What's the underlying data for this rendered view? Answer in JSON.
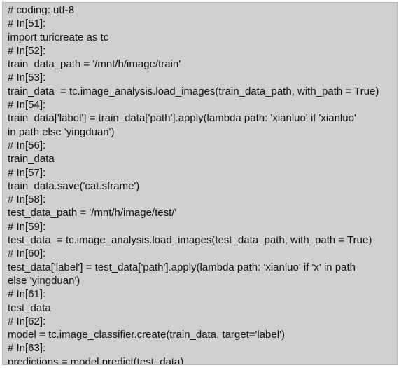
{
  "code": {
    "lines": [
      "# coding: utf-8",
      "# In[51]:",
      "import turicreate as tc",
      "# In[52]:",
      "train_data_path = '/mnt/h/image/train'",
      "# In[53]:",
      "train_data  = tc.image_analysis.load_images(train_data_path, with_path = True)",
      "# In[54]:",
      "train_data['label'] = train_data['path'].apply(lambda path: 'xianluo' if 'xianluo'",
      "in path else 'yingduan')",
      "# In[56]:",
      "train_data",
      "# In[57]:",
      "train_data.save('cat.sframe')",
      "# In[58]:",
      "test_data_path = '/mnt/h/image/test/'",
      "# In[59]:",
      "test_data  = tc.image_analysis.load_images(test_data_path, with_path = True)",
      "# In[60]:",
      "test_data['label'] = test_data['path'].apply(lambda path: 'xianluo' if 'x' in path",
      "else 'yingduan')",
      "# In[61]:",
      "test_data",
      "# In[62]:",
      "model = tc.image_classifier.create(train_data, target='label')",
      "# In[63]:",
      "predictions = model.predict(test_data)"
    ]
  }
}
